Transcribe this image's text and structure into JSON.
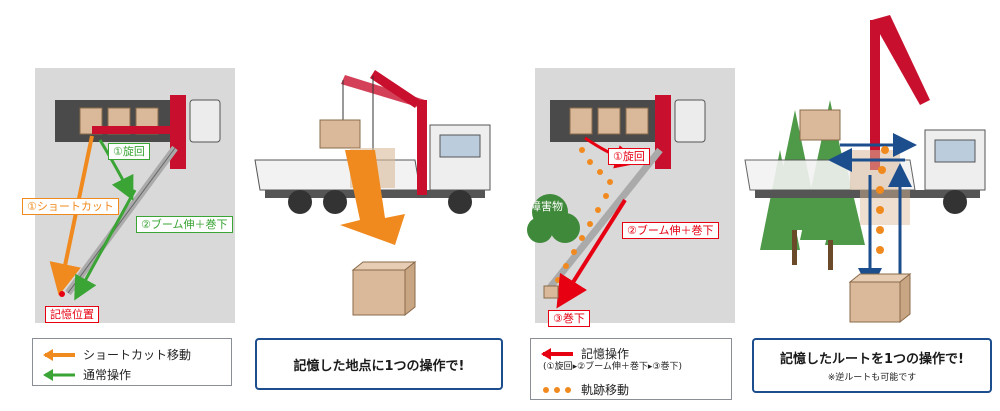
{
  "colors": {
    "orange": "#f08a1e",
    "green": "#3aa435",
    "red": "#e60012",
    "blue": "#1c4d8c",
    "crane": "#c8102e",
    "gray_bg": "#d9d9d9",
    "cargo": "#d9b99a"
  },
  "panel1": {
    "rotate_label": "①旋回",
    "shortcut_label": "①ショートカット",
    "boom_label": "②ブーム伸＋巻下",
    "memory_label": "記憶位置",
    "legend": {
      "shortcut": "ショートカット移動",
      "normal": "通常操作"
    }
  },
  "panel2": {
    "callout": "記憶した地点に1つの操作で!"
  },
  "panel3": {
    "rotate_label": "①旋回",
    "obstacle_label": "障害物",
    "boom_label": "②ブーム伸＋巻下",
    "lower_label": "③巻下",
    "legend": {
      "memory_op": "記憶操作",
      "memory_sub": "(①旋回▸②ブーム伸＋巻下▸③巻下)",
      "trajectory": "軌跡移動"
    }
  },
  "panel4": {
    "callout": "記憶したルートを1つの操作で!",
    "note": "※逆ルートも可能です"
  }
}
